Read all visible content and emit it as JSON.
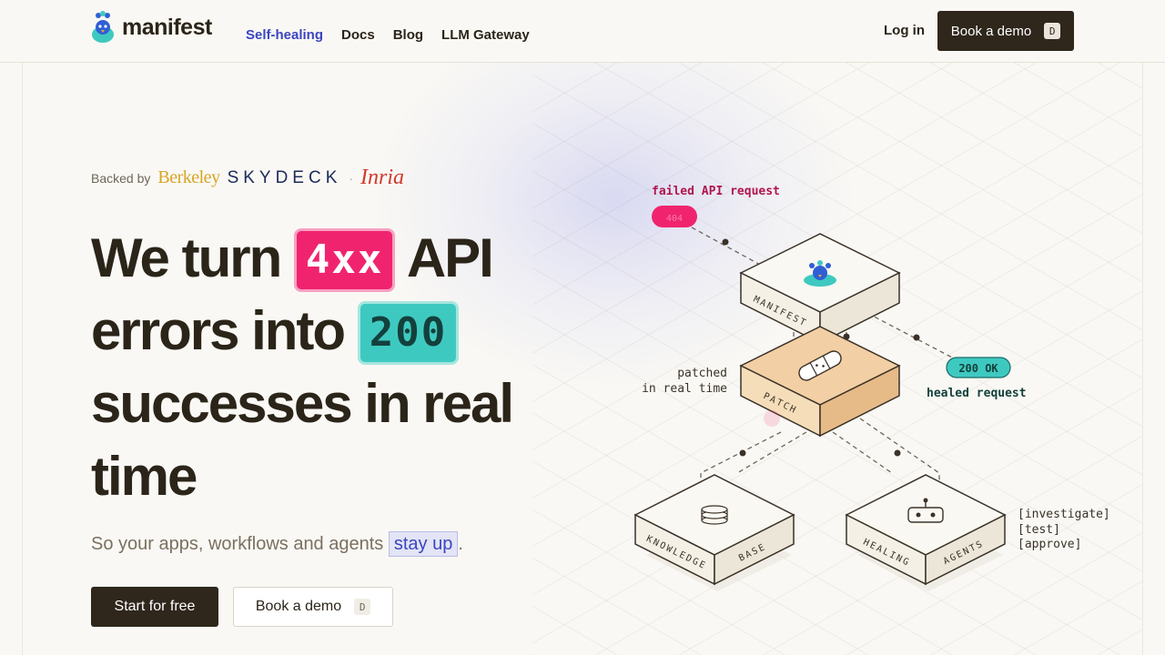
{
  "header": {
    "brand": "manifest",
    "nav": [
      "Self-healing",
      "Docs",
      "Blog",
      "LLM Gateway"
    ],
    "login": "Log in",
    "demo_label": "Book a demo",
    "demo_key": "D"
  },
  "hero": {
    "backed_by": "Backed by",
    "backers": {
      "berkeley": "Berkeley",
      "skydeck": "SKYDECK",
      "inria": "Inria"
    },
    "headline_part1": "We turn",
    "pill_error": "4xx",
    "headline_part2": "API errors into",
    "pill_ok": "200",
    "headline_part3": "successes in real time",
    "sub_before": "So your apps, workflows and agents",
    "sub_highlight": "stay up",
    "sub_after": ".",
    "cta_primary": "Start for free",
    "cta_secondary": "Book a demo",
    "cta_secondary_key": "D"
  },
  "diagram": {
    "failed_label": "failed API request",
    "failed_code": "404",
    "manifest_box": "MANIFEST",
    "patch_box": "PATCH",
    "patched_line1": "patched",
    "patched_line2": "in real time",
    "ok_code": "200 OK",
    "healed_label": "healed request",
    "kb_left": "KNOWLEDGE",
    "kb_right": "BASE",
    "agents_left": "HEALING",
    "agents_right": "AGENTS",
    "steps": [
      "[investigate]",
      "[test]",
      "[approve]"
    ]
  },
  "colors": {
    "accent_blue": "#3b45c0",
    "error_pink": "#f0246e",
    "ok_teal": "#3ec9c0",
    "dark": "#2f261c"
  }
}
